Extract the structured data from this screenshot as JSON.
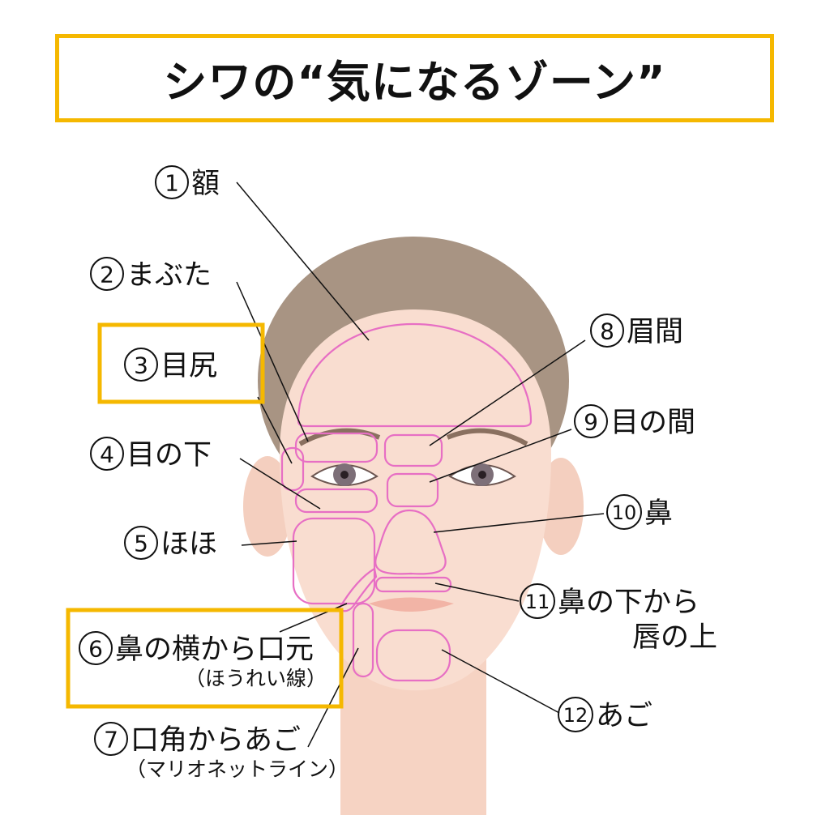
{
  "title": "シワの“気になるゾーン”",
  "colors": {
    "accent": "#f5b800",
    "zone": "#e76fc4",
    "skin": "#f9ddd0",
    "hair": "#a89483"
  },
  "labels": [
    {
      "num": "1",
      "text": "額"
    },
    {
      "num": "2",
      "text": "まぶた"
    },
    {
      "num": "3",
      "text": "目尻",
      "highlighted": true
    },
    {
      "num": "4",
      "text": "目の下"
    },
    {
      "num": "5",
      "text": "ほほ"
    },
    {
      "num": "6",
      "text": "鼻の横から口元",
      "sub": "（ほうれい線）",
      "highlighted": true
    },
    {
      "num": "7",
      "text": "口角からあご",
      "sub": "（マリオネットライン）"
    },
    {
      "num": "8",
      "text": "眉間"
    },
    {
      "num": "9",
      "text": "目の間"
    },
    {
      "num": "10",
      "text": "鼻"
    },
    {
      "num": "11",
      "text": "鼻の下から",
      "sub": "唇の上"
    },
    {
      "num": "12",
      "text": "あご"
    }
  ]
}
